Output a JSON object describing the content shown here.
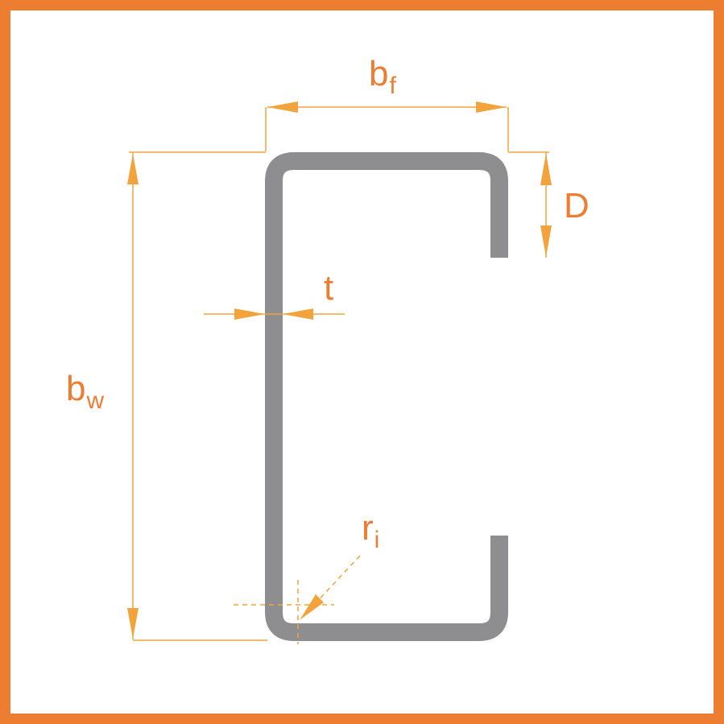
{
  "colors": {
    "frame": "#ED7D31",
    "dimension": "#F3A33B",
    "label": "#ED7D31",
    "profile": "#8E8E91"
  },
  "labels": {
    "flange_width": {
      "base": "b",
      "sub": "f"
    },
    "lip_depth": {
      "base": "D"
    },
    "thickness": {
      "base": "t"
    },
    "web_depth": {
      "base": "b",
      "sub": "w"
    },
    "inner_radius": {
      "base": "r",
      "sub": "i"
    }
  }
}
